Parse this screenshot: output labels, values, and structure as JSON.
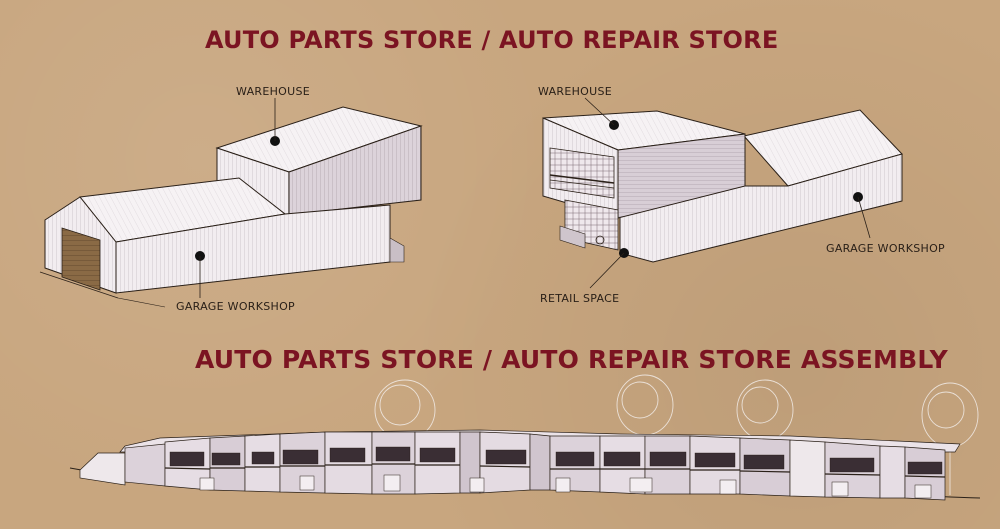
{
  "titles": {
    "top": "AUTO PARTS STORE / AUTO REPAIR STORE",
    "bottom": "AUTO PARTS STORE / AUTO REPAIR STORE ASSEMBLY"
  },
  "labels": {
    "left_warehouse": "WAREHOUSE",
    "left_garage": "GARAGE WORKSHOP",
    "right_warehouse": "WAREHOUSE",
    "right_retail": "RETAIL SPACE",
    "right_garage": "GARAGE WORKSHOP"
  },
  "colors": {
    "title": "#7b1422",
    "background": "#c8a67f",
    "building_wall": "#f3eef0",
    "building_roof": "#f7f3f5",
    "building_shade": "#d9cfd6",
    "assembly_wall": "#ddd3dc",
    "line": "#2a2018"
  }
}
